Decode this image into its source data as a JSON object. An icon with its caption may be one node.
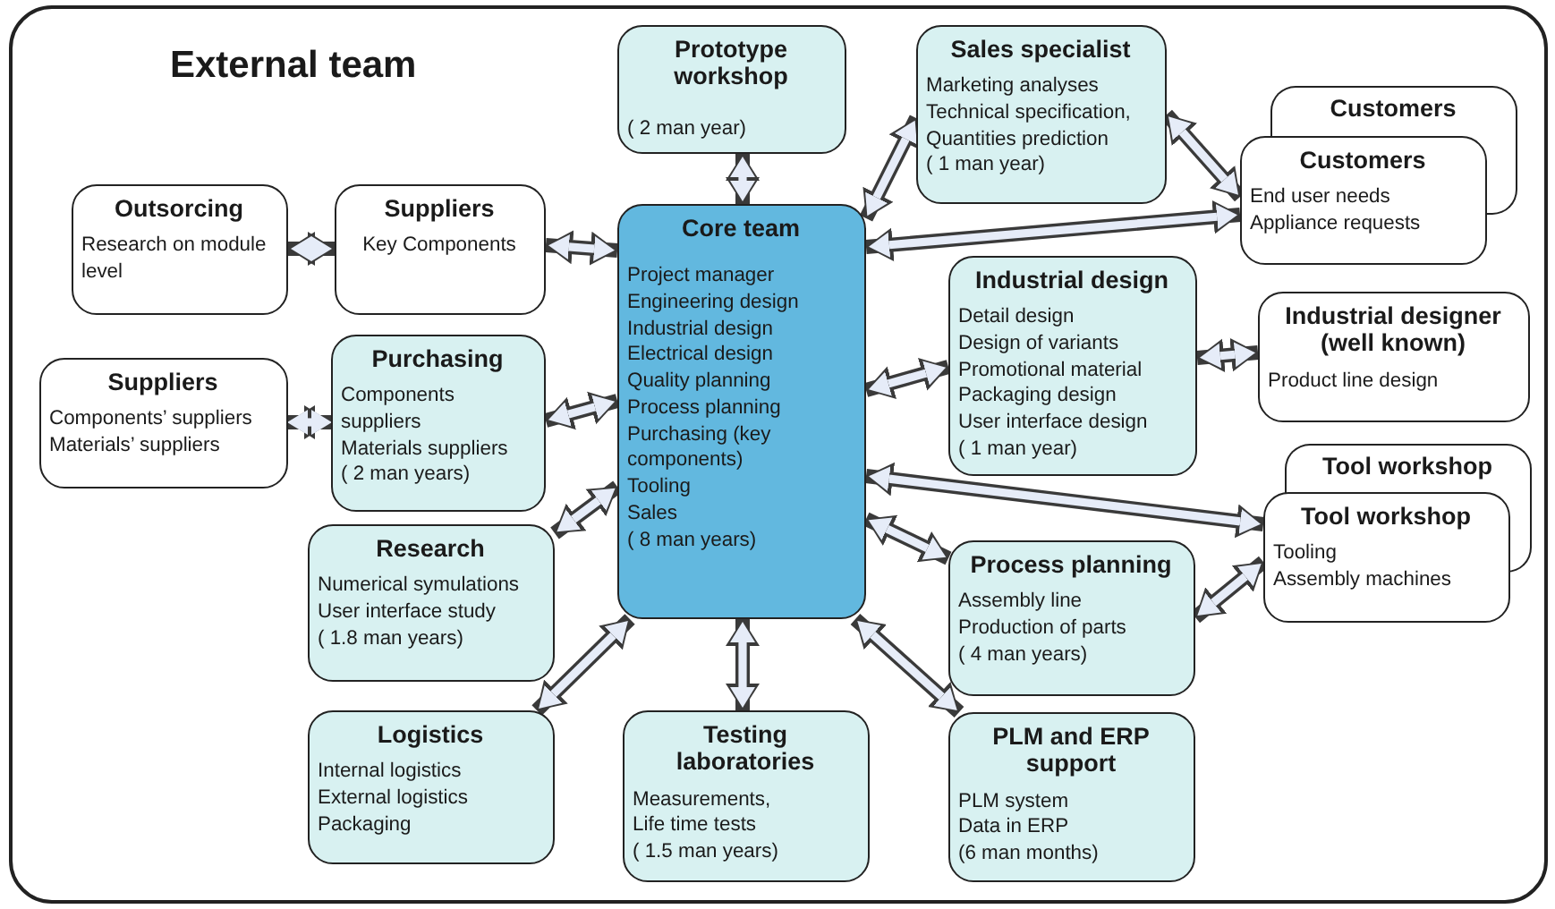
{
  "diagram": {
    "nodes": [
      {
        "text": [
          "External team"
        ]
      },
      {
        "text": [
          "Prototype workshop",
          "( 2 man year)"
        ],
        "in": 0
      },
      {
        "text": [
          "Sales specialist",
          "Marketing analyses",
          "Technical specification,",
          "Quantities prediction",
          "( 1 man year)"
        ],
        "in": 0
      },
      {
        "text": [
          "Customers"
        ],
        "in": 0
      },
      {
        "text": [
          "Customers",
          "End user needs",
          "Appliance requests"
        ],
        "in": 0
      },
      {
        "text": [
          "Outsorcing",
          "Research on module level"
        ],
        "in": 0
      },
      {
        "text": [
          "Suppliers",
          "Key Components"
        ],
        "in": 0
      },
      {
        "text": [
          "Core team",
          "Project manager",
          "Engineering design",
          "Industrial design",
          "Electrical design",
          "Quality planning",
          "Process planning",
          "Purchasing (key components)",
          "Tooling",
          "Sales",
          "( 8 man years)"
        ],
        "in": 0
      },
      {
        "text": [
          "Industrial design",
          "Detail design",
          "Design of variants",
          "Promotional material",
          "Packaging design",
          "User interface design",
          "( 1 man year)"
        ],
        "in": 0
      },
      {
        "text": [
          "Industrial designer (well known)",
          "Product line design"
        ],
        "in": 0
      },
      {
        "text": [
          "Suppliers",
          "Components’ suppliers",
          "Materials’ suppliers"
        ],
        "in": 0
      },
      {
        "text": [
          "Purchasing",
          "Components suppliers",
          "Materials suppliers",
          "( 2 man years)"
        ],
        "in": 0
      },
      {
        "text": [
          "Research",
          "Numerical symulations",
          "User interface study",
          "( 1.8 man years)"
        ],
        "in": 0
      },
      {
        "text": [
          "Tool workshop"
        ],
        "in": 0
      },
      {
        "text": [
          "Tool workshop",
          "Tooling",
          "Assembly machines"
        ],
        "in": 0
      },
      {
        "text": [
          "Process planning",
          "Assembly line",
          "Production of parts",
          "( 4 man years)"
        ],
        "in": 0
      },
      {
        "text": [
          "Logistics",
          "Internal logistics",
          "External logistics",
          "Packaging"
        ],
        "in": 0
      },
      {
        "text": [
          "Testing laboratories",
          "Measurements,",
          "Life time tests",
          "( 1.5 man years)"
        ],
        "in": 0
      },
      {
        "text": [
          "PLM and ERP support",
          "PLM system",
          "Data in ERP",
          "(6 man months)"
        ],
        "in": 0
      }
    ],
    "edges": [
      {
        "from": 1,
        "to": 7,
        "arrow": "both"
      },
      {
        "from": 7,
        "to": 2,
        "arrow": "both"
      },
      {
        "from": 2,
        "to": 4,
        "arrow": "both"
      },
      {
        "from": 7,
        "to": 4,
        "arrow": "both"
      },
      {
        "from": 6,
        "to": 7,
        "arrow": "both"
      },
      {
        "from": 5,
        "to": 6,
        "arrow": "both"
      },
      {
        "from": 10,
        "to": 11,
        "arrow": "both"
      },
      {
        "from": 11,
        "to": 7,
        "arrow": "both"
      },
      {
        "from": 7,
        "to": 8,
        "arrow": "both"
      },
      {
        "from": 8,
        "to": 9,
        "arrow": "both"
      },
      {
        "from": 12,
        "to": 7,
        "arrow": "both"
      },
      {
        "from": 16,
        "to": 7,
        "arrow": "both"
      },
      {
        "from": 7,
        "to": 17,
        "arrow": "both"
      },
      {
        "from": 7,
        "to": 15,
        "arrow": "both"
      },
      {
        "from": 7,
        "to": 14,
        "arrow": "both"
      },
      {
        "from": 7,
        "to": 18,
        "arrow": "both"
      },
      {
        "from": 15,
        "to": 14,
        "arrow": "both"
      }
    ]
  }
}
